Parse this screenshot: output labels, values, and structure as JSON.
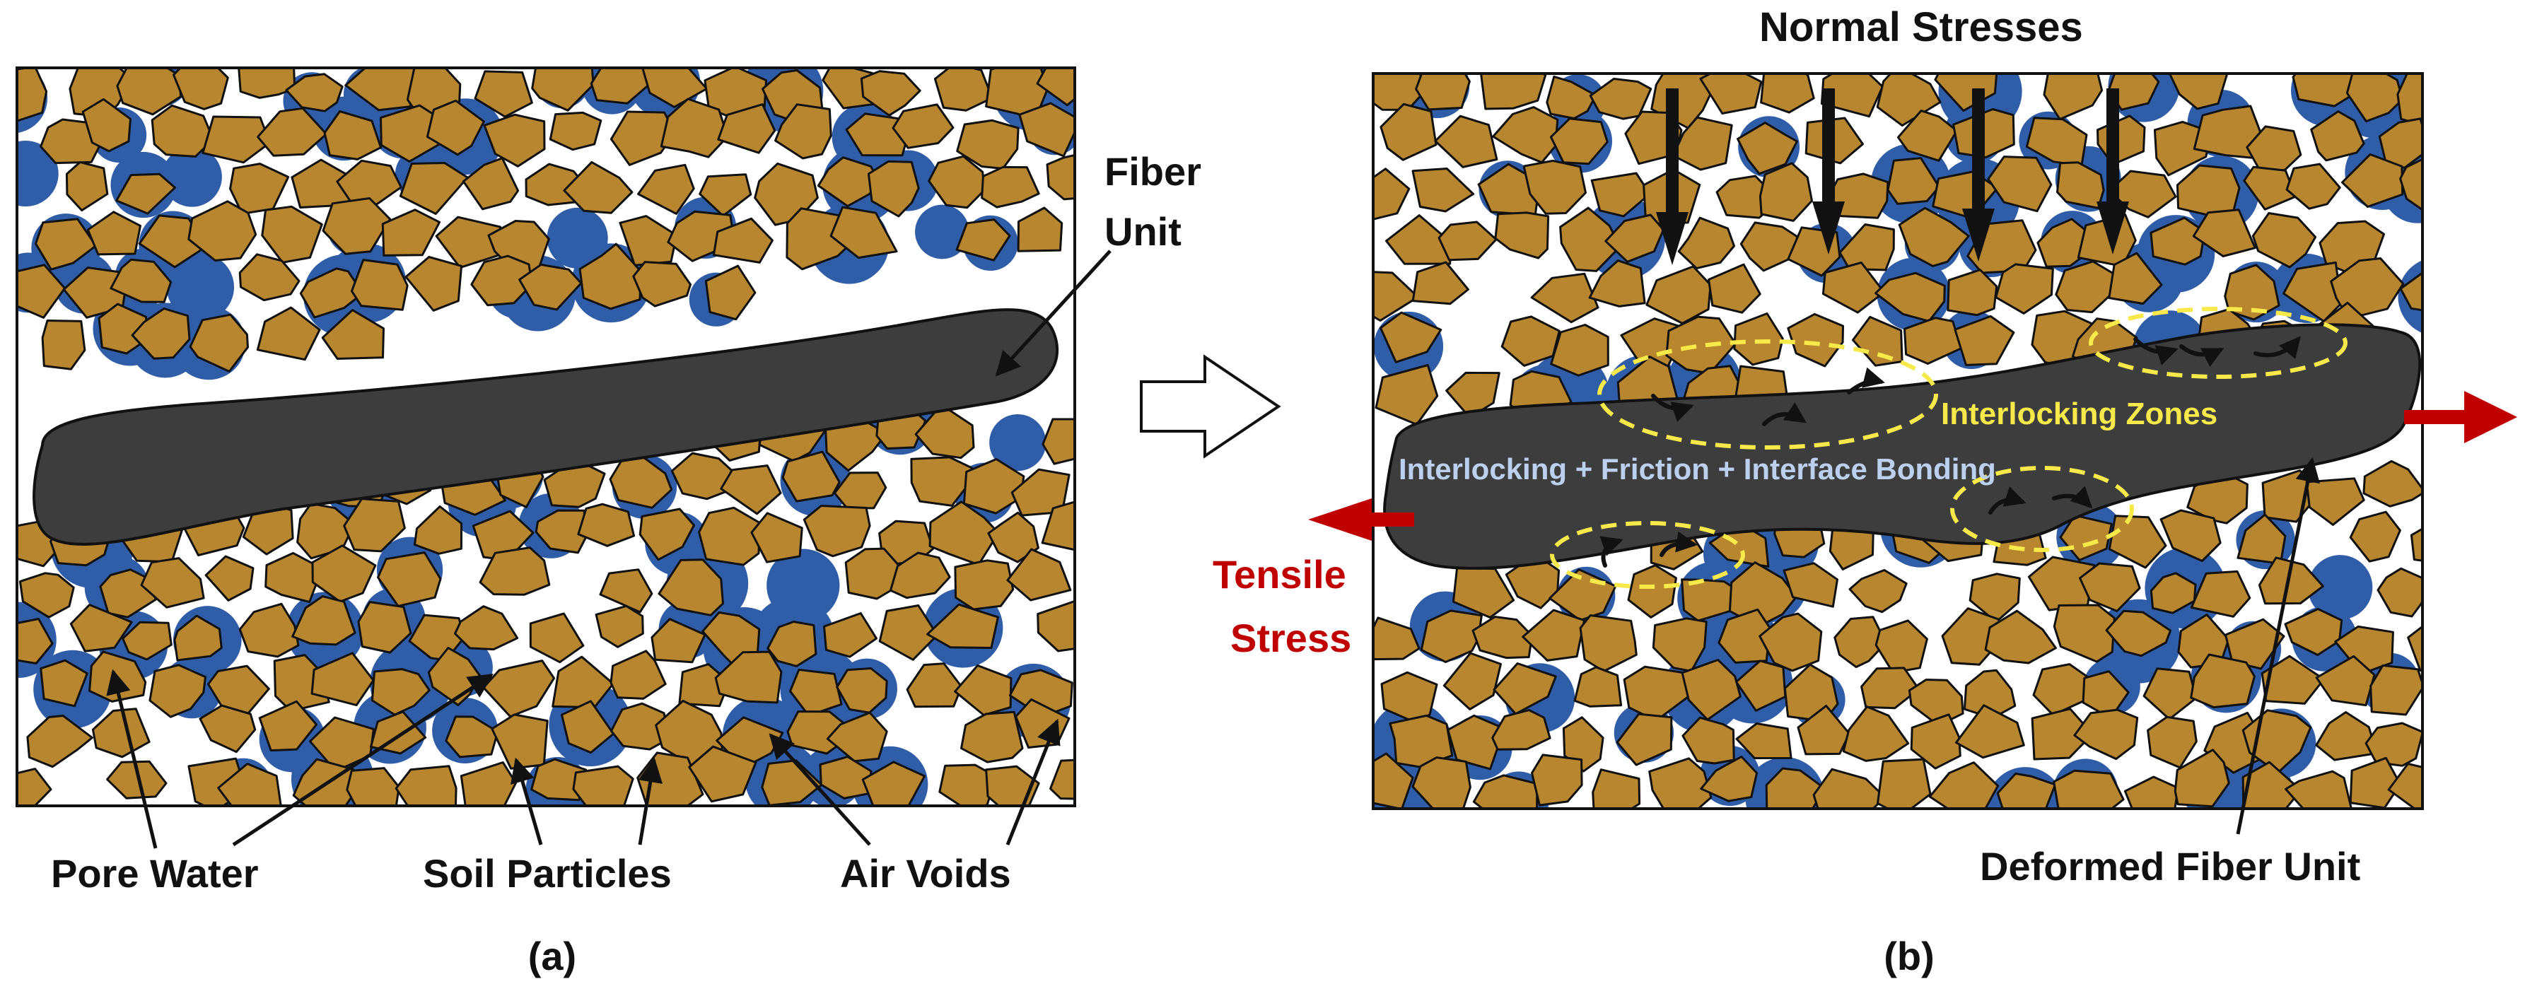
{
  "colors": {
    "soil": "#b8862f",
    "pore_water": "#2f5da8",
    "fiber": "#3d3d3d",
    "outline": "#111111",
    "tensile": "#c00000",
    "zone": "#f7e94a",
    "mechanism_text": "#bcd0ee"
  },
  "icons": [
    "transition-arrow-icon",
    "tensile-arrow-icon",
    "stress-arrow-icon",
    "rotation-arrow-icon"
  ],
  "panel_a": {
    "label": "(a)",
    "fiber_label_line1": "Fiber",
    "fiber_label_line2": "Unit",
    "pore_water_label": "Pore Water",
    "soil_particles_label": "Soil Particles",
    "air_voids_label": "Air Voids"
  },
  "panel_b": {
    "label": "(b)",
    "normal_stresses_label": "Normal Stresses",
    "interlocking_zones_label": "Interlocking Zones",
    "mechanism_label": "Interlocking + Friction + Interface Bonding",
    "tensile_label_line1": "Tensile",
    "tensile_label_line2": "Stress",
    "deformed_fiber_label": "Deformed Fiber Unit"
  }
}
